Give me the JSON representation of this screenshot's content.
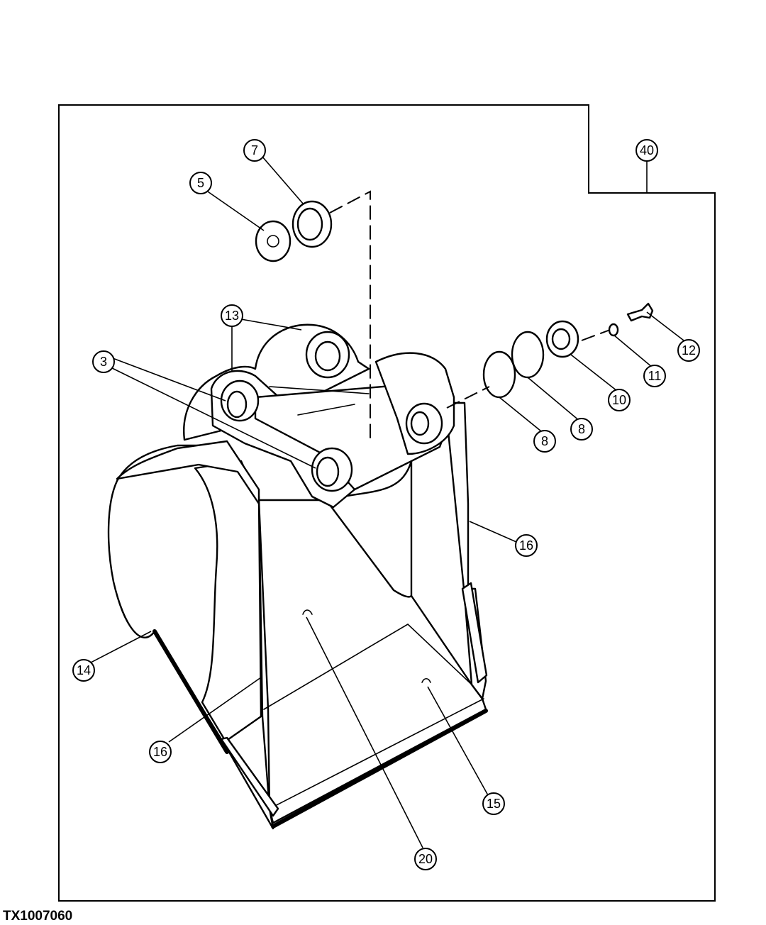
{
  "figure_id": "TX1007060",
  "callouts": {
    "c3": "3",
    "c5": "5",
    "c7": "7",
    "c8a": "8",
    "c8b": "8",
    "c10": "10",
    "c11": "11",
    "c12": "12",
    "c13": "13",
    "c14": "14",
    "c15": "15",
    "c16a": "16",
    "c16b": "16",
    "c20": "20",
    "c40": "40"
  }
}
